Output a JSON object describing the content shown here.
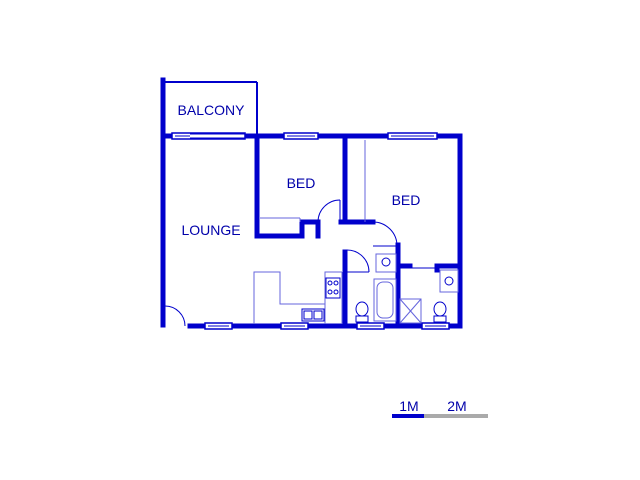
{
  "colors": {
    "wall": "#0000cc",
    "thin": "#6666dd",
    "label": "#0000aa",
    "scale_dark": "#0000cc",
    "scale_light": "#aaaaaa",
    "background": "#ffffff"
  },
  "rooms": {
    "balcony": "BALCONY",
    "bed1": "BED",
    "bed2": "BED",
    "lounge": "LOUNGE"
  },
  "scale": {
    "label_1": "1M",
    "label_2": "2M"
  }
}
